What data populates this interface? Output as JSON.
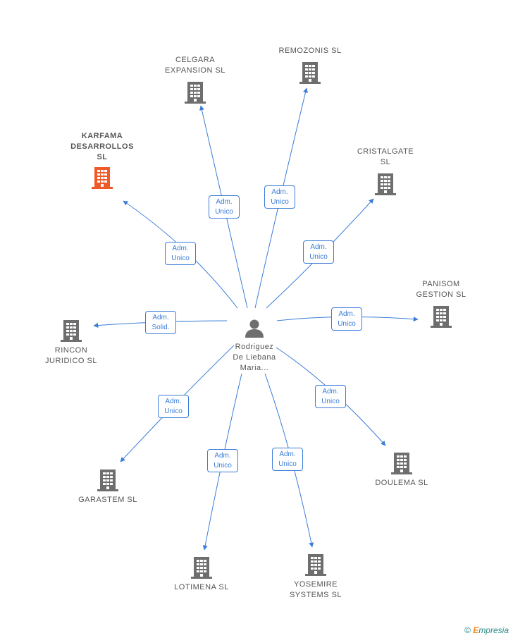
{
  "center": {
    "label": "Rodriguez\nDe Liebana\nMaria..."
  },
  "colors": {
    "accent": "#3b7dd8",
    "building": "#6e6e6e",
    "highlight": "#f05a28"
  },
  "companies": [
    {
      "id": "celgara",
      "label": "CELGARA\nEXPANSION SL",
      "role": "Adm.\nUnico"
    },
    {
      "id": "remozonis",
      "label": "REMOZONIS SL",
      "role": "Adm.\nUnico"
    },
    {
      "id": "karfama",
      "label": "KARFAMA\nDESARROLLOS\nSL",
      "role": "Adm.\nUnico",
      "highlight": true
    },
    {
      "id": "cristalgate",
      "label": "CRISTALGATE\nSL",
      "role": "Adm.\nUnico"
    },
    {
      "id": "panisom",
      "label": "PANISOM\nGESTION SL",
      "role": "Adm.\nUnico"
    },
    {
      "id": "rincon",
      "label": "RINCON\nJURIDICO SL",
      "role": "Adm.\nSolid."
    },
    {
      "id": "garastem",
      "label": "GARASTEM SL",
      "role": "Adm.\nUnico"
    },
    {
      "id": "doulema",
      "label": "DOULEMA SL",
      "role": "Adm.\nUnico"
    },
    {
      "id": "lotimena",
      "label": "LOTIMENA SL",
      "role": "Adm.\nUnico"
    },
    {
      "id": "yosemire",
      "label": "YOSEMIRE\nSYSTEMS SL",
      "role": "Adm.\nUnico"
    }
  ],
  "footer": {
    "copyright": "©",
    "brand_e": "E",
    "brand_rest": "mpresia"
  }
}
